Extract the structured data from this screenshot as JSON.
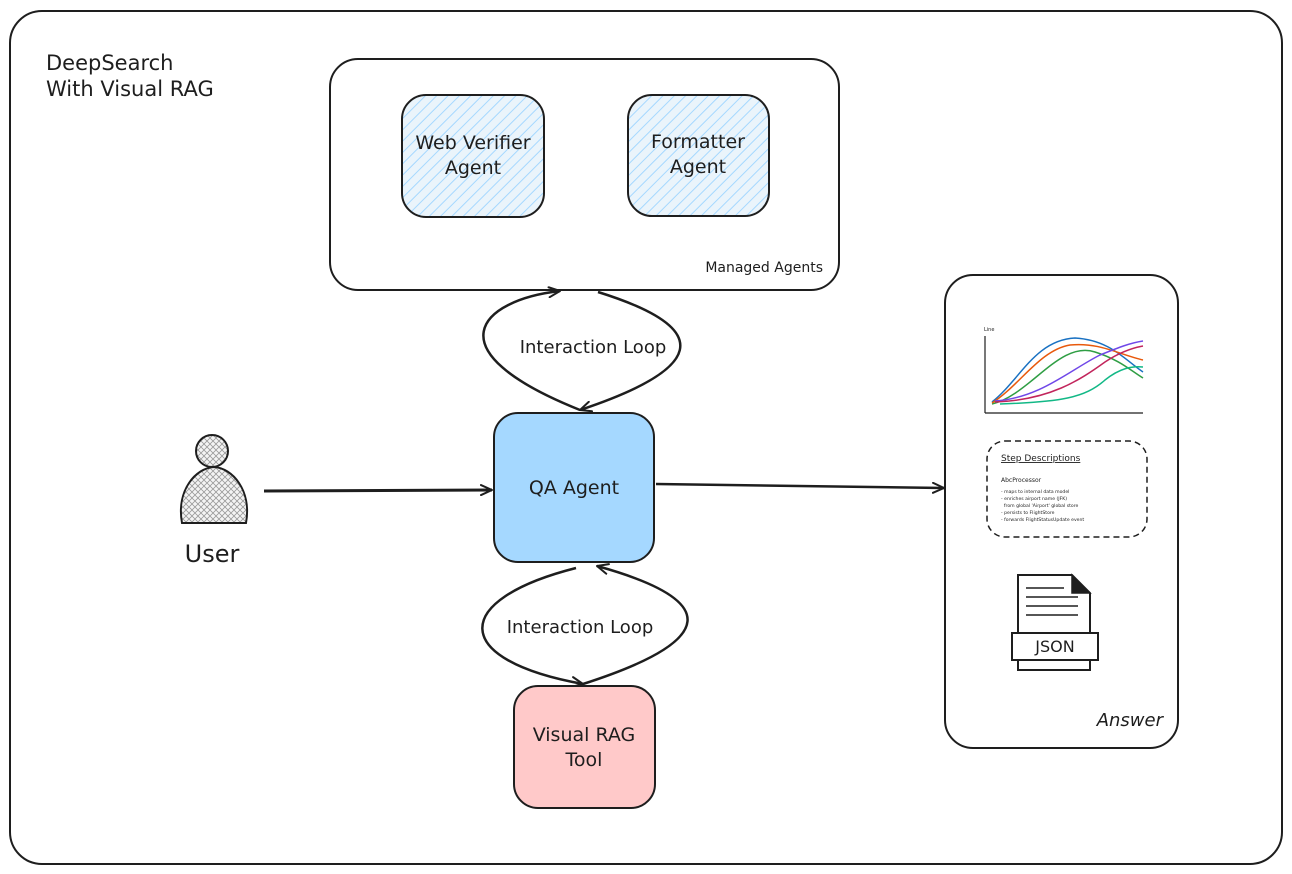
{
  "title": {
    "line1": "DeepSearch",
    "line2": "With Visual RAG"
  },
  "managed_agents": {
    "label": "Managed Agents",
    "web_verifier": {
      "line1": "Web Verifier",
      "line2": "Agent"
    },
    "formatter": {
      "line1": "Formatter",
      "line2": "Agent"
    }
  },
  "top_loop_label": "Interaction Loop",
  "bottom_loop_label": "Interaction Loop",
  "qa_agent_label": "QA Agent",
  "user_label": "User",
  "visual_rag_tool": {
    "line1": "Visual RAG",
    "line2": "Tool"
  },
  "answer": {
    "label": "Answer",
    "chart_caption": "Line",
    "step_descriptions": {
      "title": "Step Descriptions",
      "processor": "AbcProcessor",
      "lines": [
        "- maps to internal data model",
        "- enriches airport name (JFK)",
        "  from global 'Airport' global store",
        "- persists to FlightStore",
        "- forwards FlightStatusUpdate event"
      ]
    },
    "json_label": "JSON"
  },
  "colors": {
    "qa_agent_fill": "#a5d8ff",
    "visual_rag_fill": "#ffc9c9",
    "hatch": "#a5d8ff",
    "stroke": "#1e1e1e",
    "mini_chart_lines": [
      "#1971c2",
      "#2f9e44",
      "#e8590c",
      "#7048e8",
      "#c2255c",
      "#12b886"
    ]
  }
}
